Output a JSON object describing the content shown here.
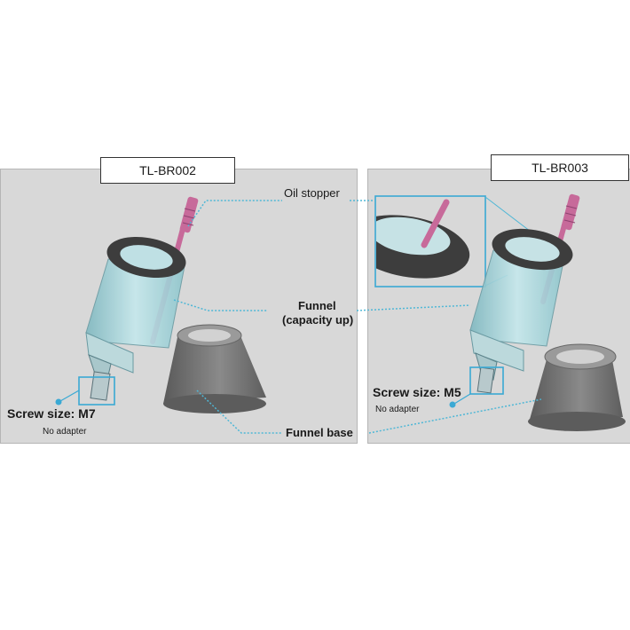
{
  "models": {
    "left": "TL-BR002",
    "right": "TL-BR003"
  },
  "callouts": {
    "oil_stopper": "Oil stopper",
    "funnel_line1": "Funnel",
    "funnel_line2": "(capacity up)",
    "funnel_base": "Funnel base"
  },
  "left": {
    "screw_size": "Screw size: M7",
    "adapter": "No adapter"
  },
  "right": {
    "screw_size": "Screw size: M5",
    "adapter": "No adapter"
  },
  "colors": {
    "panel": "#d8d8d8",
    "leader": "#4fb7d6",
    "highlight_box": "#3aa9d4",
    "stopper_ring": "#3d3d3d",
    "rod": "#c76a9a",
    "funnel_body": "#9fd0d6",
    "base": "#707070"
  }
}
